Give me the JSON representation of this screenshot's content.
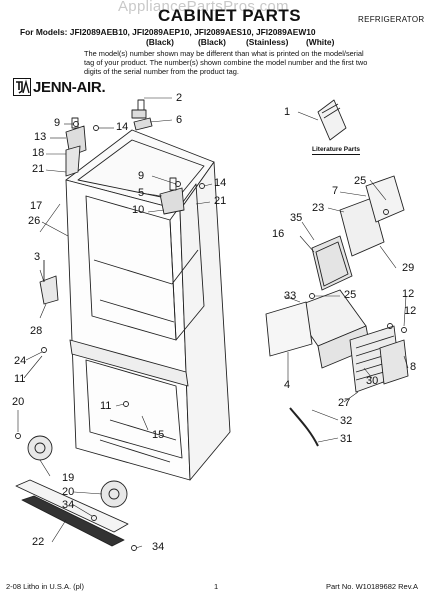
{
  "watermark": "AppliancePartsPros.com",
  "header": {
    "title": "CABINET PARTS",
    "category": "REFRIGERATOR",
    "models_line": "For Models: JFI2089AEB10, JFI2089AEP10, JFI2089AES10, JFI2089AEW10",
    "colors": [
      "(Black)",
      "(Black)",
      "(Stainless)",
      "(White)"
    ],
    "notice": "The model(s) number shown may be different than what is printed on the model/serial tag of your product. The number(s) shown combine the model number and the first two digits of the serial number from the product tag."
  },
  "brand": {
    "name": "JENN-AIR.",
    "logo_icon": "jenn-air-logo-icon"
  },
  "literature_label": "Literature Parts",
  "callouts": [
    "2",
    "6",
    "9",
    "14",
    "13",
    "18",
    "21",
    "9",
    "14",
    "5",
    "10",
    "21",
    "17",
    "26",
    "3",
    "28",
    "24",
    "11",
    "20",
    "19",
    "20",
    "34",
    "22",
    "34",
    "11",
    "15",
    "1",
    "25",
    "7",
    "23",
    "35",
    "16",
    "29",
    "33",
    "25",
    "12",
    "8",
    "4",
    "30",
    "27",
    "32",
    "31",
    "12"
  ],
  "footer": {
    "left": "2-08 Litho in U.S.A. (pl)",
    "page": "1",
    "right": "Part No. W10189682 Rev.A"
  }
}
